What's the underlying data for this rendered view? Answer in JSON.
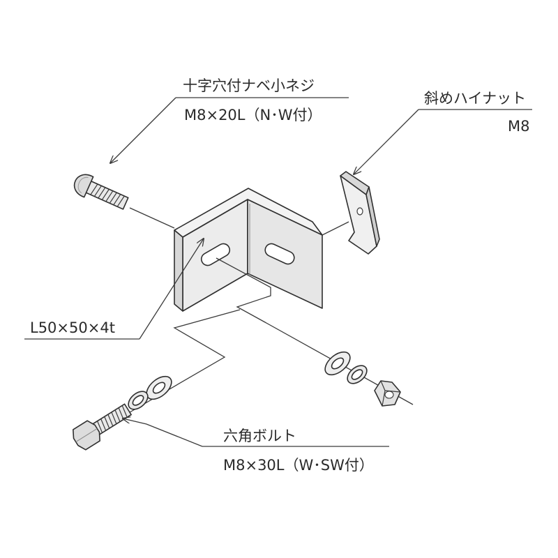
{
  "callouts": {
    "screw": {
      "name": "十字穴付ナベ小ネジ",
      "spec": "M8×20L（N･W付）"
    },
    "nut": {
      "name": "斜めハイナット",
      "spec": "M8"
    },
    "angle": {
      "spec": "L50×50×4t"
    },
    "bolt": {
      "name": "六角ボルト",
      "spec": "M8×30L（W･SW付）"
    }
  },
  "colors": {
    "line": "#3a3a3a",
    "fill_light": "#f2f2f2",
    "fill_mid": "#e4e4e4",
    "fill_dark": "#cfcfcf"
  }
}
